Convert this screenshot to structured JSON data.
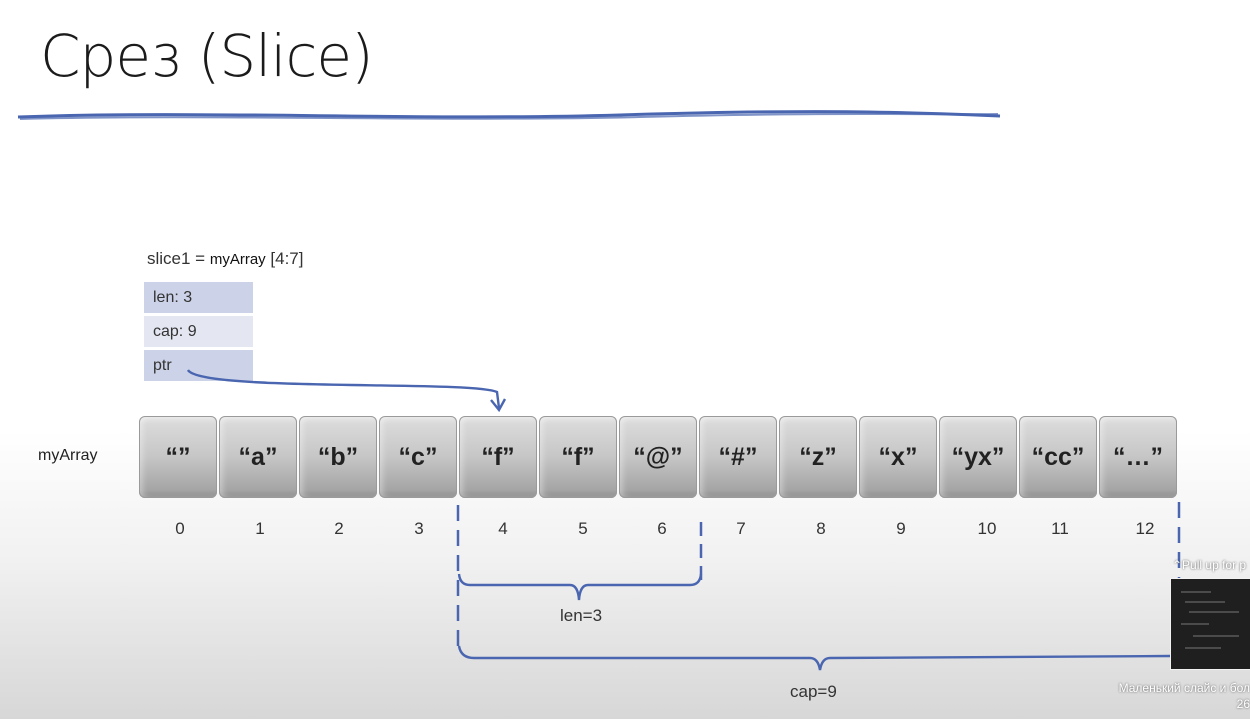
{
  "title": "Срез (Slice)",
  "slice": {
    "label_prefix": "slice1 = ",
    "label_array": "myArray",
    "label_range": " [4:7]",
    "fields": {
      "len": "len: 3",
      "cap": "cap: 9",
      "ptr": "ptr"
    }
  },
  "array": {
    "label": "myArray",
    "cells": [
      "“”",
      "“a”",
      "“b”",
      "“c”",
      "“f”",
      "“f”",
      "“@”",
      "“#”",
      "“z”",
      "“x”",
      "“yx”",
      "“cc”",
      "“…”"
    ],
    "indices": [
      "0",
      "1",
      "2",
      "3",
      "4",
      "5",
      "6",
      "7",
      "8",
      "9",
      "10",
      "11",
      "12"
    ]
  },
  "annotations": {
    "len": "len=3",
    "cap": "cap=9"
  },
  "player": {
    "pull_up": "⌃Pull up for p",
    "caption_line1": "Маленький слайс и бол",
    "caption_line2": "26"
  },
  "colors": {
    "ink": "#4a66b0",
    "field_dark": "#ccd2e7",
    "field_light": "#e4e7f2"
  }
}
